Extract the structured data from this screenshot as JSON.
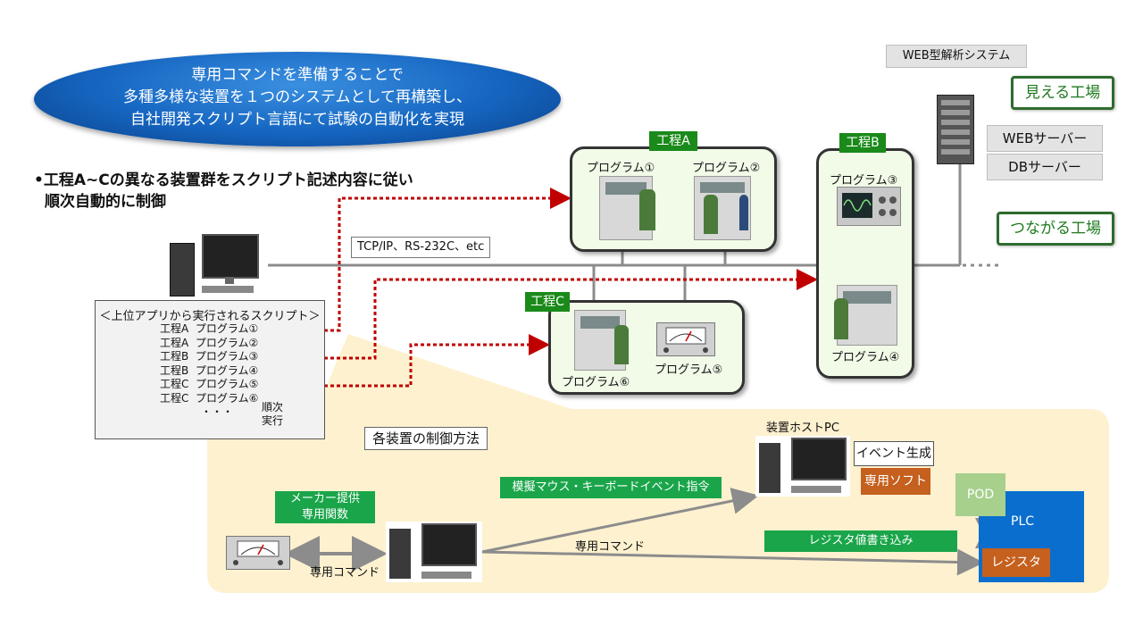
{
  "headline": {
    "lines": [
      "専用コマンドを準備することで",
      "多種多様な装置を１つのシステムとして再構築し、",
      "自社開発スクリプト言語にて試験の自動化を実現"
    ]
  },
  "web_system_label": "WEB型解析システム",
  "mieru_kojo": "見える工場",
  "tsunagaru_kojo": "つながる工場",
  "web_server": "WEBサーバー",
  "db_server": "DBサーバー",
  "bullet": {
    "marker": "•",
    "line1": "工程A~Cの異なる装置群をスクリプト記述内容に従い",
    "line2": "順次自動的に制御"
  },
  "network_label": "TCP/IP、RS-232C、etc",
  "process_a": {
    "tag": "工程A",
    "program1": "プログラム①",
    "program2": "プログラム②"
  },
  "process_b": {
    "tag": "工程B",
    "program3": "プログラム③",
    "program4": "プログラム④"
  },
  "process_c": {
    "tag": "工程C",
    "program6": "プログラム⑥",
    "program5": "プログラム⑤"
  },
  "script": {
    "title": "＜上位アプリから実行されるスクリプト＞",
    "rows": [
      {
        "proc": "工程A",
        "prog": "プログラム①"
      },
      {
        "proc": "工程A",
        "prog": "プログラム②"
      },
      {
        "proc": "工程B",
        "prog": "プログラム③"
      },
      {
        "proc": "工程B",
        "prog": "プログラム④"
      },
      {
        "proc": "工程C",
        "prog": "プログラム⑤"
      },
      {
        "proc": "工程C",
        "prog": "プログラム⑥"
      }
    ],
    "ellipsis": "・・・",
    "seq1": "順次",
    "seq2": "実行"
  },
  "method": {
    "title": "各装置の制御方法",
    "maker_label1": "メーカー提供",
    "maker_label2": "専用関数",
    "dedicated_command_left": "専用コマンド",
    "dedicated_command_mid": "専用コマンド",
    "mouse_event": "模擬マウス・キーボードイベント指令",
    "host_pc": "装置ホストPC",
    "event_gen": "イベント生成",
    "dedicated_soft": "専用ソフト",
    "register_write": "レジスタ値書き込み",
    "pod": "POD",
    "plc": "PLC",
    "register": "レジスタ"
  },
  "colors": {
    "accent_green": "#1aa54a",
    "dark_green": "#1a8a1a",
    "orange": "#c5601e",
    "plc_blue": "#0a6ecf",
    "pod_green": "#a6d08c",
    "dotted_red": "#c00000",
    "method_bg": "#fdf1cf"
  }
}
